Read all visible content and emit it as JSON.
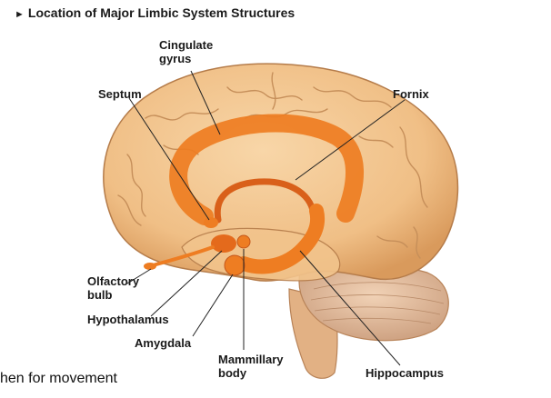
{
  "title": "Location of Major Limbic System Structures",
  "title_marker": "►",
  "labels": {
    "cingulate_gyrus": "Cingulate\ngyrus",
    "septum": "Septum",
    "fornix": "Fornix",
    "olfactory_bulb": "Olfactory\nbulb",
    "hypothalamus": "Hypothalamus",
    "amygdala": "Amygdala",
    "mammillary_body": "Mammillary\nbody",
    "hippocampus": "Hippocampus"
  },
  "caption_fragment": "hen for movement",
  "colors": {
    "brain": "#f3c690",
    "brain_shadow": "#d99a5c",
    "limbic": "#ee7d22",
    "limbic_dark": "#d9601a",
    "cerebellum": "#e8c3a3",
    "brainstem": "#e2b184",
    "leader_line": "#222222"
  }
}
